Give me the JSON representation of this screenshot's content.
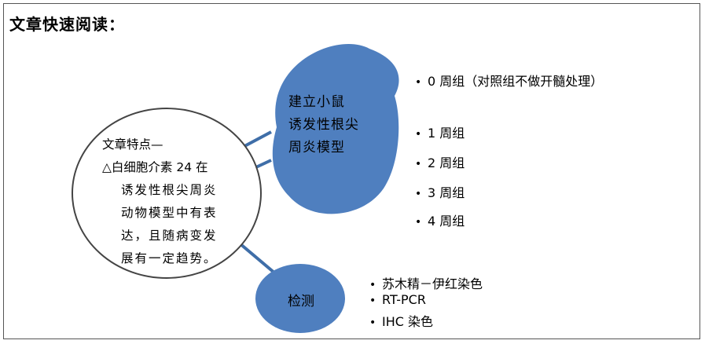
{
  "title": "文章快速阅读：",
  "feature": {
    "heading": "文章特点—",
    "lines": [
      "△白细胞介素 24 在",
      "诱发性根尖周炎",
      "动物模型中有表",
      "达，且随病变发",
      "展有一定趋势。"
    ]
  },
  "model": {
    "lines": [
      "建立小鼠",
      "诱发性根尖",
      "周炎模型"
    ]
  },
  "groups": {
    "bullet": "•",
    "items": [
      "0 周组（对照组不做开髓处理）",
      "1 周组",
      "2 周组",
      "3 周组",
      "4 周组"
    ]
  },
  "detection": {
    "label": "检测",
    "bullet": "•",
    "methods": [
      "苏木精－伊红染色",
      "RT-PCR",
      "IHC 染色"
    ]
  },
  "colors": {
    "node_fill": "#4f7fbf",
    "connector": "#3f6ea8",
    "oval_stroke": "#444444"
  }
}
